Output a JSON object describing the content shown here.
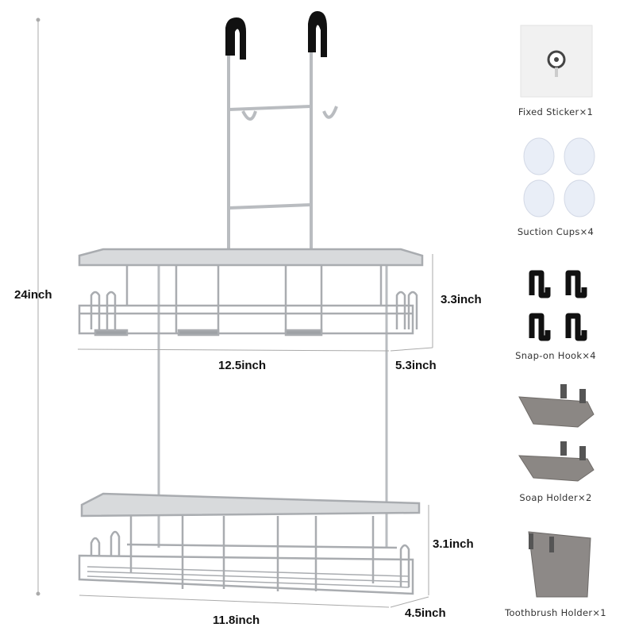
{
  "dimensions": {
    "total_height": "24inch",
    "top_shelf_width": "12.5inch",
    "top_shelf_height": "3.3inch",
    "top_shelf_depth": "5.3inch",
    "bottom_basket_width": "11.8inch",
    "bottom_basket_height": "3.1inch",
    "bottom_basket_depth": "4.5inch"
  },
  "accessories": [
    {
      "label": "Fixed Sticker×1",
      "icon": "fixed-sticker"
    },
    {
      "label": "Suction Cups×4",
      "icon": "suction-cup"
    },
    {
      "label": "Snap-on Hook×4",
      "icon": "snap-on-hook"
    },
    {
      "label": "Soap Holder×2",
      "icon": "soap-holder"
    },
    {
      "label": "Toothbrush Holder×1",
      "icon": "toothbrush-holder"
    }
  ],
  "colors": {
    "metal": "#b9bcc0",
    "hook_cap": "#111111",
    "accessory_gray": "#7d7a78"
  }
}
